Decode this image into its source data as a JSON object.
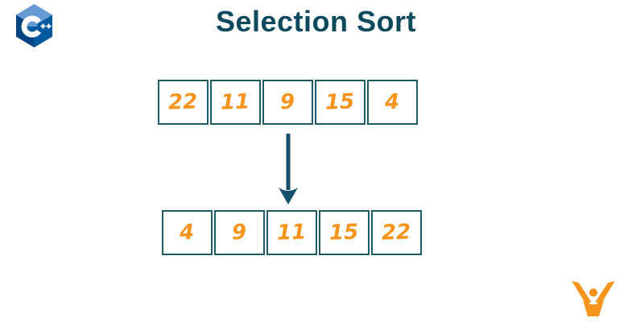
{
  "title": "Selection Sort",
  "diagram": {
    "description": "selection sort before and after arrays with downward arrow",
    "unsorted_array": [
      "22",
      "11",
      "9",
      "15",
      "4"
    ],
    "sorted_array": [
      "4",
      "9",
      "11",
      "15",
      "22"
    ]
  },
  "icons": {
    "top_left": "cpp-logo",
    "middle": "arrow-down",
    "bottom_right": "person-raised-arms-logo"
  },
  "colors": {
    "title_teal": "#0E4A5E",
    "box_border_teal": "#1E5A68",
    "arrow_teal": "#15506B",
    "number_orange": "#F7941E",
    "brand_orange": "#F7941D",
    "cpp_light_blue": "#659AD2",
    "cpp_mid_blue": "#00599C",
    "cpp_dark_blue": "#004482",
    "background": "#FFFFFF"
  }
}
